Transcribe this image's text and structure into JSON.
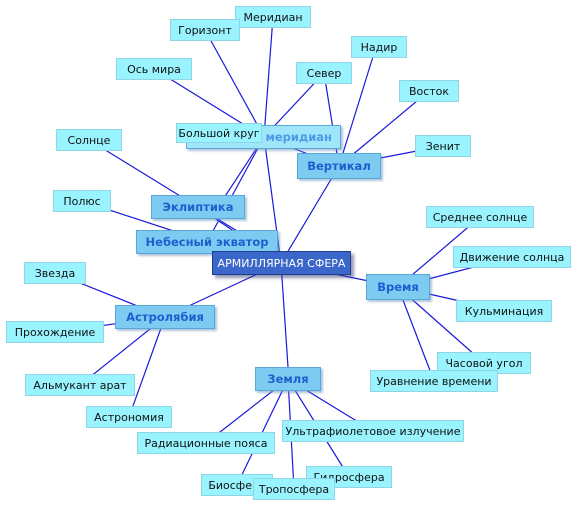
{
  "root": {
    "label": "АРМИЛЛЯРНАЯ СФЕРА"
  },
  "hubs": {
    "vertikal": "Вертикал",
    "ekliptika": "Эклиптика",
    "ekvator": "Небесный экватор",
    "meridian": "Небесный меридиан",
    "vremya": "Время",
    "astrolyabiya": "Астролябия",
    "zemlya": "Земля"
  },
  "leaves": {
    "meridian": "Меридиан",
    "gorizont": "Горизонт",
    "nadir": "Надир",
    "os_mira": "Ось мира",
    "sever": "Север",
    "vostok": "Восток",
    "bolshoy_krug": "Большой круг",
    "solnce": "Солнце",
    "zenit": "Зенит",
    "polyus": "Полюс",
    "srednee_solnce": "Среднее солнце",
    "dvizhenie_solnca": "Движение солнца",
    "zvezda": "Звезда",
    "kulminaciya": "Кульминация",
    "prohozhdenie": "Прохождение",
    "chasovoy_ugol": "Часовой угол",
    "uravnenie_vremeni": "Уравнение времени",
    "almukantarat": "Альмукант арат",
    "astronomiya": "Астрономия",
    "ultrafiolet": "Ультрафиолетовое излучение",
    "radiacionnye": "Радиационные пояса",
    "gidrosfera": "Гидросфера",
    "biosfera": "Биосфера",
    "troposfera": "Тропосфера"
  },
  "colors": {
    "edge": "#1a1adb",
    "leaf_fill": "#99f4ff",
    "hub_fill": "#7ecbf2",
    "hub_text": "#1e5fcf",
    "root_fill": "#3a67c9"
  }
}
